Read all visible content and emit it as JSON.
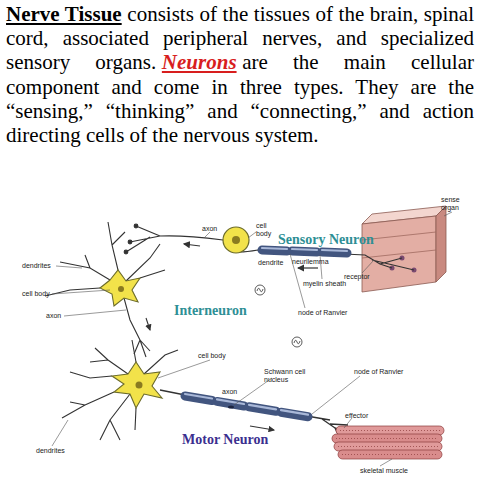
{
  "diagram": {
    "title": "Nerve Tissue",
    "labels": [
      "consists of the tissues of the brain, spinal cord, associated peripheral nerves, and specialized sensory organs.",
      "Neurons",
      "are the main cellular component and come in three types. They are the “sensing,” “thinking” and “connecting,” and action directing cells of the nervous system.",
      "sense organ",
      "axon",
      "cell body",
      "Sensory Neuron",
      "receptor",
      "dendrites",
      "dendrite",
      "neurilemma",
      "myelin sheath",
      "cell body",
      "Interneuron",
      "axon",
      "node of Ranvier",
      "cell body",
      "Schwann cell nucleus",
      "node of Ranvier",
      "axon",
      "effector",
      "dendrites",
      "Motor Neuron",
      "skeletal muscle"
    ]
  }
}
